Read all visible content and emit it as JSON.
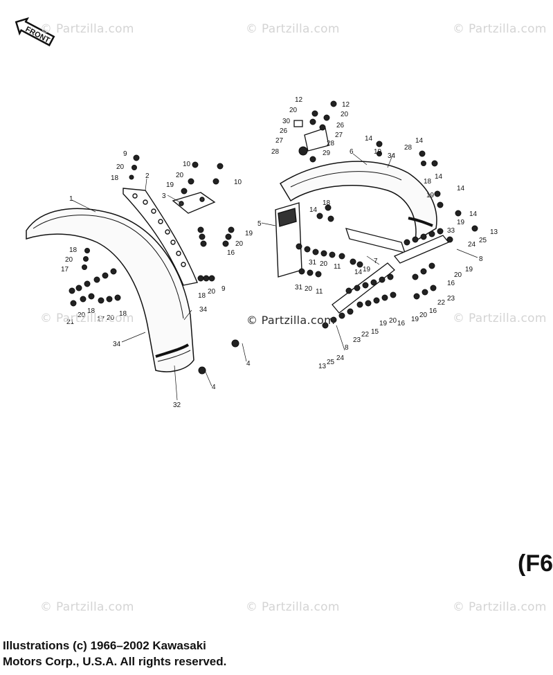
{
  "front_label": "FRONT",
  "watermark": "© Partzilla.com",
  "diagram_code": "(F6",
  "copyright": {
    "line1": "Illustrations (c) 1966–2002 Kawasaki",
    "line2": "Motors Corp., U.S.A.  All rights reserved."
  },
  "callouts": {
    "c1": "1",
    "c2": "2",
    "c3": "3",
    "c4a": "4",
    "c4b": "4",
    "c5": "5",
    "c6": "6",
    "c7": "7",
    "c8a": "8",
    "c8b": "8",
    "c9a": "9",
    "c9b": "9",
    "c10a": "10",
    "c10b": "10",
    "c11a": "11",
    "c11b": "11",
    "c12a": "12",
    "c12b": "12",
    "c13a": "13",
    "c13b": "13",
    "c14a": "14",
    "c14b": "14",
    "c14c": "14",
    "c14d": "14",
    "c14e": "14",
    "c14f": "14",
    "c14g": "14",
    "c15": "15",
    "c16a": "16",
    "c16b": "16",
    "c16c": "16",
    "c16d": "16",
    "c17a": "17",
    "c17b": "17",
    "c18a": "18",
    "c18b": "18",
    "c18c": "18",
    "c18d": "18",
    "c18e": "18",
    "c18f": "18",
    "c18g": "18",
    "c19a": "19",
    "c19b": "19",
    "c19c": "19",
    "c19d": "19",
    "c19e": "19",
    "c19f": "19",
    "c19g": "19",
    "c19h": "19",
    "c19i": "19",
    "c20a": "20",
    "c20b": "20",
    "c20c": "20",
    "c20d": "20",
    "c20e": "20",
    "c20f": "20",
    "c20g": "20",
    "c20h": "20",
    "c20i": "20",
    "c20j": "20",
    "c20k": "20",
    "c20l": "20",
    "c20m": "20",
    "c20n": "20",
    "c21": "21",
    "c22a": "22",
    "c22b": "22",
    "c23a": "23",
    "c23b": "23",
    "c24a": "24",
    "c24b": "24",
    "c25a": "25",
    "c25b": "25",
    "c26a": "26",
    "c26b": "26",
    "c27a": "27",
    "c27b": "27",
    "c28a": "28",
    "c28b": "28",
    "c28c": "28",
    "c29": "29",
    "c30": "30",
    "c31a": "31",
    "c31b": "31",
    "c32": "32",
    "c33": "33",
    "c34a": "34",
    "c34b": "34",
    "c34c": "34"
  }
}
